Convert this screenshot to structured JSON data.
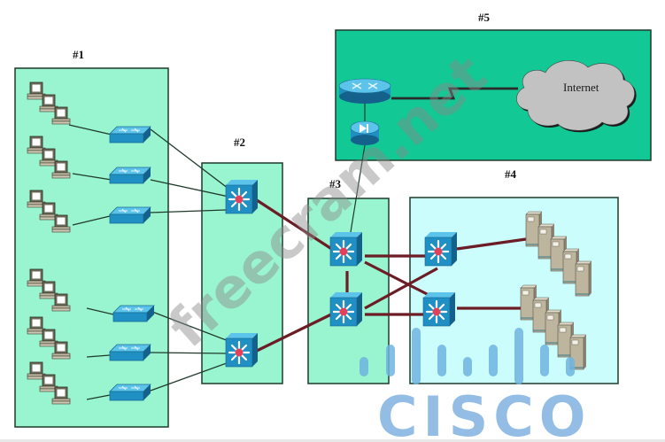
{
  "diagram": {
    "title": "Network topology diagram",
    "zones": [
      {
        "id": "zone1",
        "label": "#1",
        "fill": "#99f5cf"
      },
      {
        "id": "zone2",
        "label": "#2",
        "fill": "#99f5cf"
      },
      {
        "id": "zone3",
        "label": "#3",
        "fill": "#99f5cf"
      },
      {
        "id": "zone4",
        "label": "#4",
        "fill": "#ccfdfd"
      },
      {
        "id": "zone5",
        "label": "#5",
        "fill": "#12c894"
      }
    ],
    "cloud_label": "Internet",
    "devices": {
      "workstation_groups": 6,
      "workstations_per_group": 3,
      "access_switches": 6,
      "distribution_multilayer_switches": 2,
      "core_multilayer_switches": 2,
      "server_farm_multilayer_switches": 2,
      "server_groups": 2,
      "servers_per_group": 5,
      "edge_router": 1,
      "firewall_pix": 1
    },
    "colors": {
      "device_blue": "#1f8fc4",
      "device_blue_dark": "#14628c",
      "trunk_link": "#6b1c24",
      "access_link": "#1f3a2a",
      "server_tan": "#bdb59e",
      "cloud_gray": "#c2c2c2"
    }
  },
  "watermarks": {
    "site": "freecram.net",
    "brand": "CISCO"
  }
}
